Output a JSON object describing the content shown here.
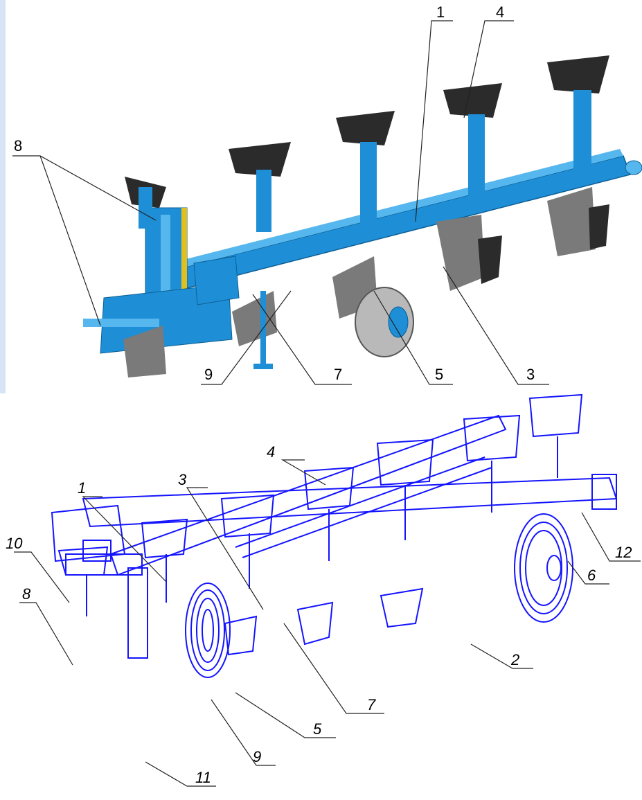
{
  "top_figure": {
    "callouts": {
      "n1": "1",
      "n3": "3",
      "n4": "4",
      "n5": "5",
      "n7": "7",
      "n8": "8",
      "n9": "9"
    }
  },
  "bottom_figure": {
    "callouts": {
      "n1": "1",
      "n2": "2",
      "n3": "3",
      "n4": "4",
      "n5": "5",
      "n6": "6",
      "n7": "7",
      "n8": "8",
      "n9": "9",
      "n10": "10",
      "n11": "11",
      "n12": "12"
    }
  },
  "colors": {
    "top_panel_bg": "#d6e4f5",
    "frame_blue": "#1e8fd6",
    "frame_blue_light": "#56b6ee",
    "moldboard_dark": "#2b2b2b",
    "moldboard_gray": "#8a8a8a",
    "line_drawing_blue": "#1414ff"
  }
}
